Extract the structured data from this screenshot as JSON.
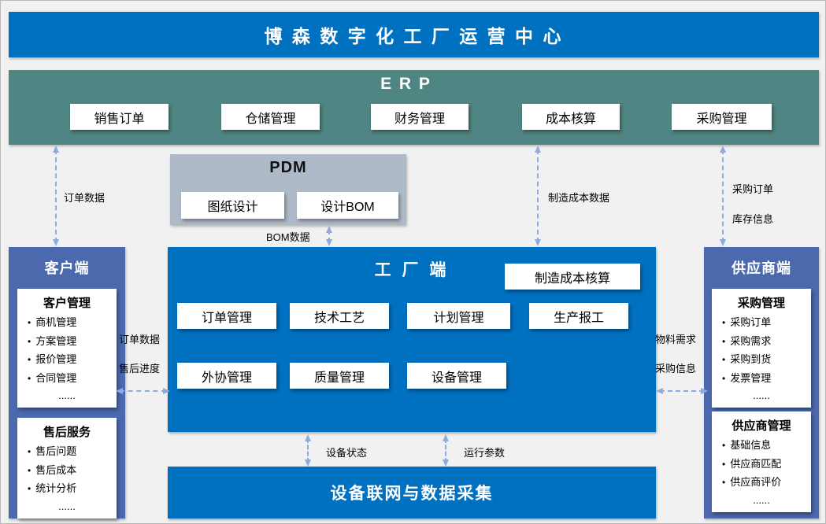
{
  "colors": {
    "primary_blue": "#0070C0",
    "erp_teal": "#4F8582",
    "pdm_gray": "#AFBAC8",
    "panel_indigo": "#4C69AE",
    "arrow_blue": "#8FAADC"
  },
  "header": {
    "title": "博 森 数 字 化 工 厂 运 营 中 心"
  },
  "erp": {
    "title": "E R P",
    "modules": [
      "销售订单",
      "仓储管理",
      "财务管理",
      "成本核算",
      "采购管理"
    ]
  },
  "pdm": {
    "title": "PDM",
    "modules": [
      "图纸设计",
      "设计BOM"
    ]
  },
  "client_panel": {
    "title": "客户端",
    "sections": [
      {
        "title": "客户管理",
        "items": [
          "商机管理",
          "方案管理",
          "报价管理",
          "合同管理"
        ],
        "more": "......"
      },
      {
        "title": "售后服务",
        "items": [
          "售后问题",
          "售后成本",
          "统计分析"
        ],
        "more": "......"
      }
    ]
  },
  "factory": {
    "title": "工 厂 端",
    "cost_module": "制造成本核算",
    "modules_row1": [
      "订单管理",
      "技术工艺",
      "计划管理",
      "生产报工"
    ],
    "modules_row2": [
      "外协管理",
      "质量管理",
      "设备管理"
    ]
  },
  "supplier_panel": {
    "title": "供应商端",
    "sections": [
      {
        "title": "采购管理",
        "items": [
          "采购订单",
          "采购需求",
          "采购到货",
          "发票管理"
        ],
        "more": "......"
      },
      {
        "title": "供应商管理",
        "items": [
          "基础信息",
          "供应商匹配",
          "供应商评价"
        ],
        "more": "......"
      }
    ]
  },
  "bottom_band": {
    "title": "设备联网与数据采集"
  },
  "flows": {
    "order_data_left": "订单数据",
    "mfg_cost_data": "制造成本数据",
    "purchase_order": "采购订单",
    "inventory_info": "库存信息",
    "bom_data": "BOM数据",
    "order_data_h": "订单数据",
    "after_sales_progress": "售后进度",
    "material_demand": "物料需求",
    "purchase_info": "采购信息",
    "device_status": "设备状态",
    "running_params": "运行参数"
  }
}
